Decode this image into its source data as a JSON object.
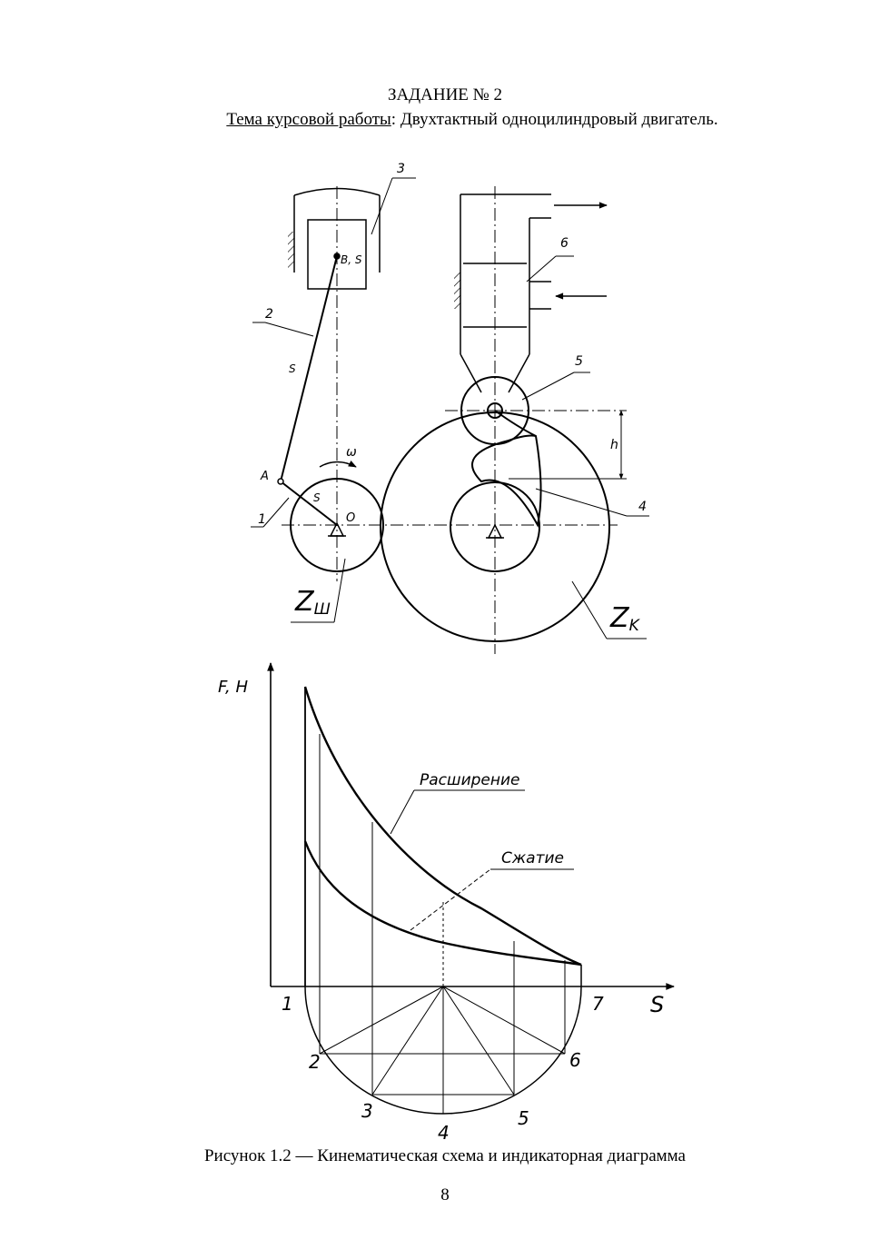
{
  "header": {
    "task_title": "ЗАДАНИЕ № 2",
    "topic_label": "Тема курсовой работы",
    "topic_separator": ":",
    "topic_text": " Двухтактный одноцилиндровый двигатель."
  },
  "scheme_labels": {
    "n1": "1",
    "n2": "2",
    "n3": "3",
    "n4": "4",
    "n5": "5",
    "n6": "6",
    "point_a": "A",
    "point_o": "O",
    "point_b": "B, S",
    "s1": "S",
    "s2": "S",
    "omega": "ω",
    "h": "h",
    "z_sh": "Z",
    "z_sh_sub": "Ш",
    "z_k": "Z",
    "z_k_sub": "K"
  },
  "diagram_labels": {
    "y_axis": "F, H",
    "x_axis": "S",
    "expansion": "Расширение",
    "compression": "Сжатие",
    "points": [
      "1",
      "2",
      "3",
      "4",
      "5",
      "6",
      "7"
    ]
  },
  "footer": {
    "caption": "Рисунок 1.2 — Кинематическая схема и индикаторная диаграмма",
    "page_number": "8"
  }
}
